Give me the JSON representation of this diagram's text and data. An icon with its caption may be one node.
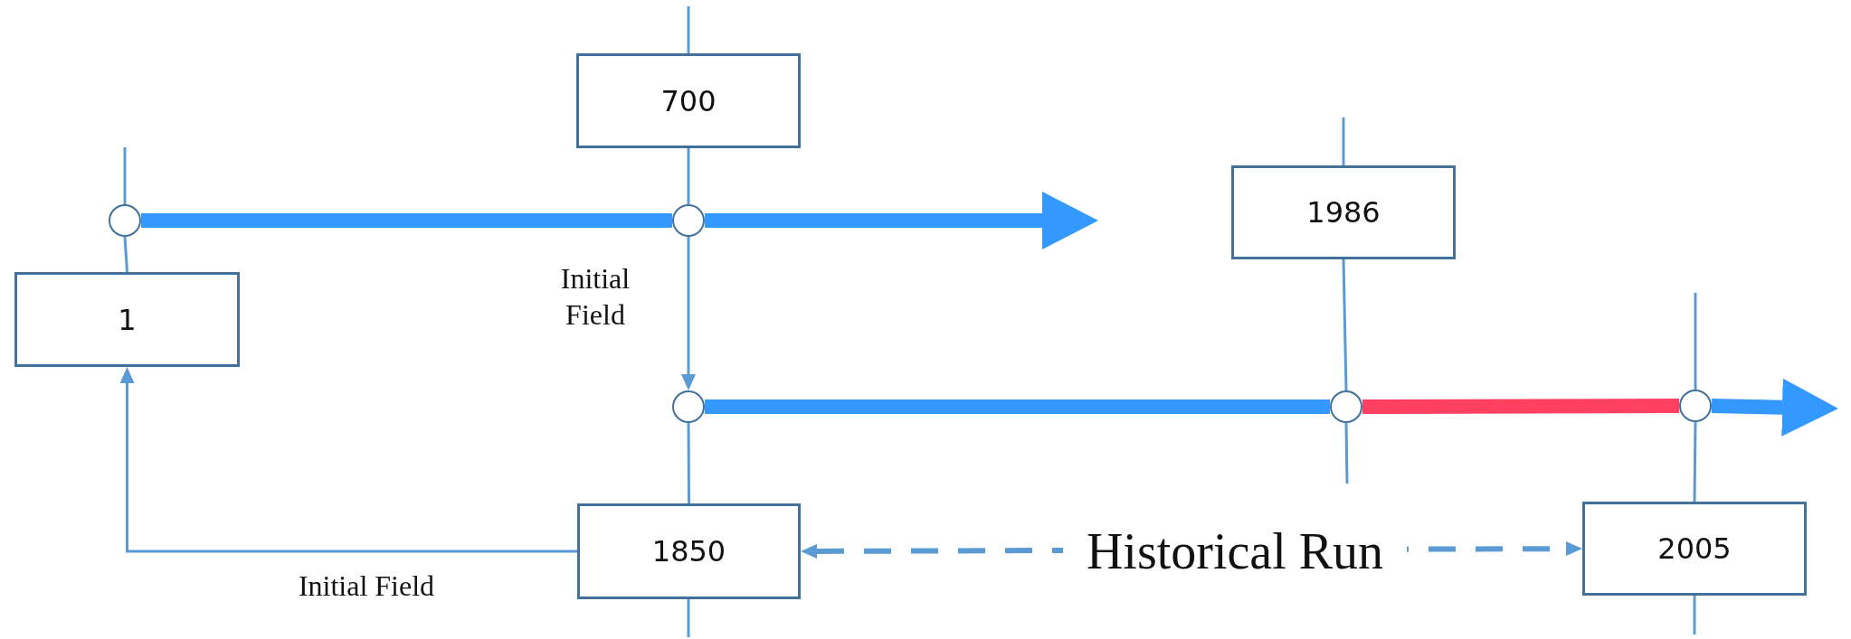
{
  "diagram": {
    "nodes": [
      {
        "text": [
          "700"
        ]
      },
      {
        "text": [],
        "shape": "circle"
      },
      {
        "text": [],
        "shape": "circle"
      },
      {
        "text": [
          "1986"
        ]
      },
      {
        "text": [
          "1"
        ]
      },
      {
        "text": [],
        "shape": "circle"
      },
      {
        "text": [],
        "shape": "circle"
      },
      {
        "text": [],
        "shape": "circle"
      },
      {
        "text": [
          "1850"
        ]
      },
      {
        "text": [
          "2005"
        ]
      }
    ],
    "edges": [
      {
        "from": 1,
        "to": 4,
        "arrow": "none"
      },
      {
        "from": 0,
        "to": 2,
        "arrow": "none"
      },
      {
        "from": 1,
        "to": 2,
        "arrow": "none",
        "style": "thick",
        "color": "#3399ff"
      },
      {
        "from": 2,
        "to": null,
        "arrow": "to",
        "style": "thick",
        "color": "#3399ff"
      },
      {
        "from": 2,
        "to": 5,
        "arrow": "to",
        "label": "Initial Field"
      },
      {
        "from": 3,
        "to": 6,
        "arrow": "none"
      },
      {
        "from": 5,
        "to": 8,
        "arrow": "none"
      },
      {
        "from": 5,
        "to": 6,
        "arrow": "none",
        "style": "thick",
        "color": "#3399ff"
      },
      {
        "from": 6,
        "to": 7,
        "arrow": "none",
        "style": "thick",
        "color": "#ff4060"
      },
      {
        "from": 7,
        "to": null,
        "arrow": "to",
        "style": "thick",
        "color": "#3399ff"
      },
      {
        "from": 7,
        "to": 9,
        "arrow": "none"
      },
      {
        "from": 8,
        "to": 4,
        "arrow": "to",
        "label": "Initial Field"
      },
      {
        "from": 8,
        "to": 9,
        "arrow": "both",
        "style": "dashed",
        "label": "Historical Run"
      }
    ]
  }
}
